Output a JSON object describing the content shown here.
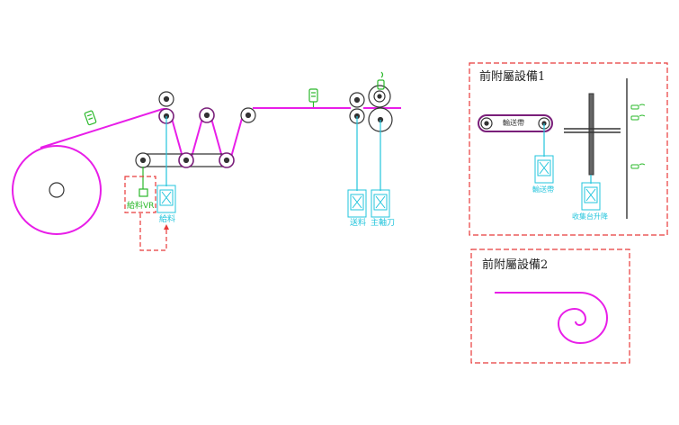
{
  "colors": {
    "web": "#e81ee8",
    "roller": "#7a1f7a",
    "motor": "#22c4dc",
    "sensor": "#2ab82a",
    "frame": "#e83a3a",
    "dark": "#333333"
  },
  "labels": {
    "feed_motor": "給料",
    "feed_vr": "給料VR",
    "pull_motor": "送料",
    "spindle_motor": "主軸刀"
  },
  "box1": {
    "title": "前附屬設備1",
    "conveyor_label": "輸送帶",
    "conveyor_motor": "輸送帶",
    "lift_motor": "收集台升降"
  },
  "box2": {
    "title": "前附屬設備2"
  }
}
